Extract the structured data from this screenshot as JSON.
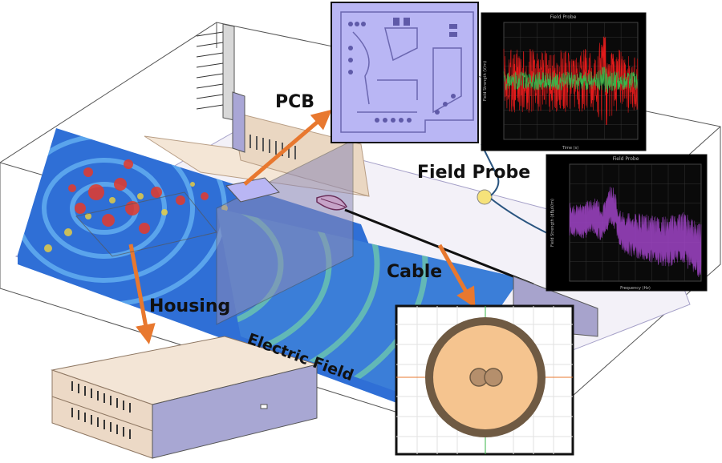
{
  "labels": {
    "pcb": "PCB",
    "field_probe": "Field Probe",
    "cable": "Cable",
    "housing": "Housing",
    "electric_field": "Electric Field"
  },
  "colors": {
    "arrow": "#e8782f",
    "pcb_fill": "#b9b6f4",
    "pcb_trace": "#6b67b0",
    "field_blue": "#3a7bd5",
    "field_red": "#e63a2a",
    "time_red": "#e21b1b",
    "time_green": "#39b54a",
    "spectrum_purple": "#a044c6",
    "housing_fill": "#ecd9c6",
    "cable_outer": "#6f5a43",
    "cable_inner": "#f5c48f",
    "probe_ball": "#f6e27a"
  },
  "icons": {
    "probe_antenna": "probe-antenna-icon"
  },
  "chart_data": [
    {
      "type": "line",
      "title": "Field Probe",
      "xlabel": "Time (s)",
      "ylabel": "Field Strength (V/m)",
      "legend": "top-right",
      "grid": true,
      "series": [
        {
          "color": "#e21b1b",
          "amplitude": 0.55
        },
        {
          "color": "#39b54a",
          "amplitude": 0.16
        }
      ]
    },
    {
      "type": "line",
      "title": "Field Probe",
      "xlabel": "Frequency (Hz)",
      "ylabel": "Field Strength (dBμV/m)",
      "legend": "top-right",
      "grid": true,
      "series": [
        {
          "color": "#a044c6"
        }
      ]
    }
  ]
}
